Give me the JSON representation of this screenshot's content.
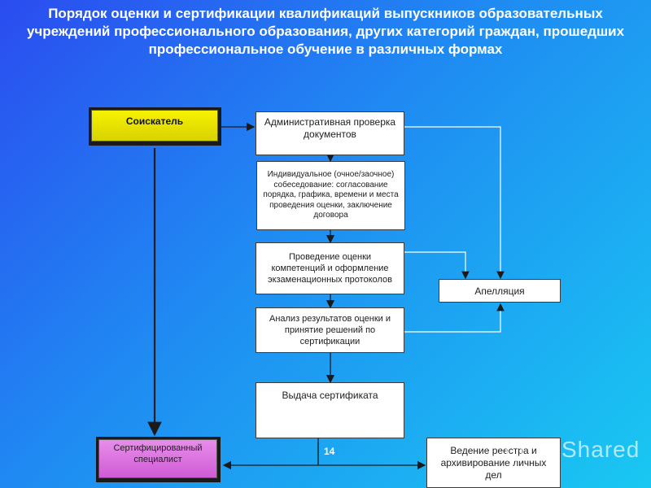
{
  "title": "Порядок оценки и сертификации квалификаций выпускников образовательных учреждений профессионального образования, других категорий граждан, прошедших  профессиональное обучение в различных формах",
  "nodes": {
    "seeker": "Соискатель",
    "admin_check": "Административная проверка документов",
    "interview": "Индивидуальное (очное/заочное) собеседование: согласование порядка, графика, времени и места проведения оценки, заключение договора",
    "assessment": "Проведение оценки компетенций и оформление экзаменационных протоколов",
    "analysis": "Анализ результатов оценки и принятие решений по сертификации",
    "issue": "Выдача сертификата",
    "appeal": "Апелляция",
    "certified": "Сертифицированный специалист",
    "registry": "Ведение реестра и архивирование личных дел"
  },
  "page_number": "14",
  "watermark": "Shared",
  "colors": {
    "seeker_fill": "#f0ec00",
    "certified_fill": "#e07ae2",
    "arrow": "#1a1a1a",
    "connector": "#ffffff"
  }
}
